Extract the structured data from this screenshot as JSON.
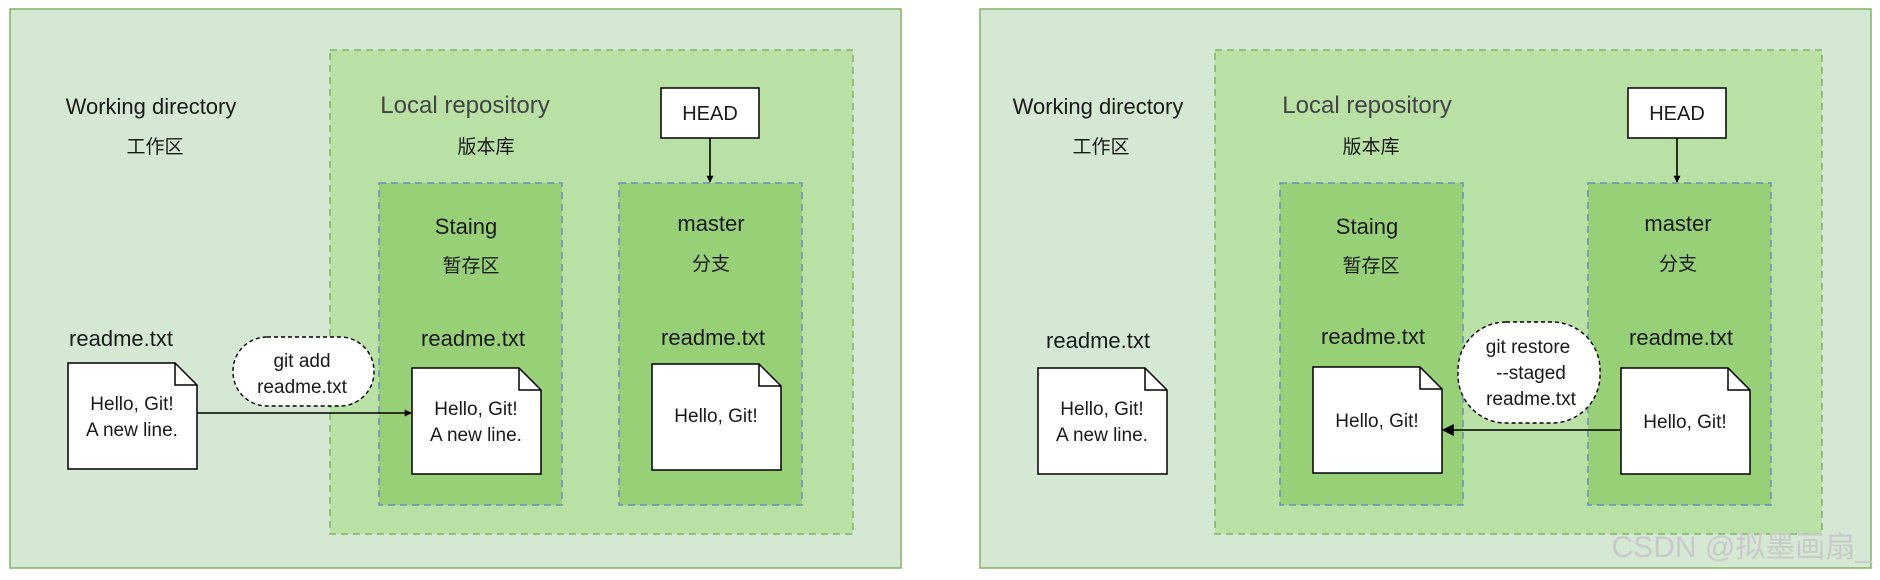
{
  "colors": {
    "outer_fill": "#d5e8d4",
    "outer_stroke": "#82b366",
    "repo_fill": "#b9e0a5",
    "repo_stroke": "#82b366",
    "area_fill": "#97d077",
    "area_stroke": "#6c8ebf",
    "doc_fill": "#ffffff",
    "line": "#000000"
  },
  "panels": [
    {
      "working": {
        "title": "Working directory",
        "subtitle": "工作区"
      },
      "repo": {
        "title": "Local repository",
        "subtitle": "版本库"
      },
      "head": {
        "label": "HEAD"
      },
      "staging": {
        "title": "Staing",
        "subtitle": "暂存区",
        "file_name": "readme.txt",
        "content": [
          "Hello, Git!",
          "A new line."
        ]
      },
      "master": {
        "title": "master",
        "subtitle": "分支",
        "file_name": "readme.txt",
        "content": [
          "Hello, Git!"
        ]
      },
      "work_file": {
        "name": "readme.txt",
        "content": [
          "Hello, Git!",
          "A new line."
        ]
      },
      "command": {
        "lines": [
          "git add",
          "readme.txt"
        ]
      }
    },
    {
      "working": {
        "title": "Working directory",
        "subtitle": "工作区"
      },
      "repo": {
        "title": "Local repository",
        "subtitle": "版本库"
      },
      "head": {
        "label": "HEAD"
      },
      "staging": {
        "title": "Staing",
        "subtitle": "暂存区",
        "file_name": "readme.txt",
        "content": [
          "Hello, Git!"
        ]
      },
      "master": {
        "title": "master",
        "subtitle": "分支",
        "file_name": "readme.txt",
        "content": [
          "Hello, Git!"
        ]
      },
      "work_file": {
        "name": "readme.txt",
        "content": [
          "Hello, Git!",
          "A new line."
        ]
      },
      "command": {
        "lines": [
          "git restore",
          "--staged",
          "readme.txt"
        ]
      }
    }
  ],
  "watermark": "CSDN @拟墨画扇_"
}
